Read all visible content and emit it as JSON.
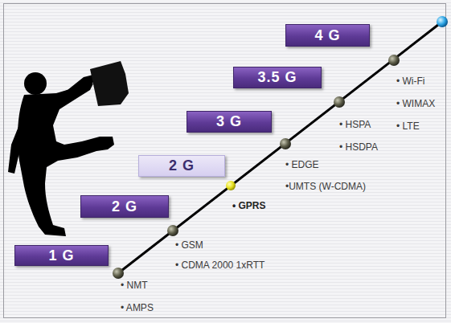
{
  "diagram": {
    "nodes": [
      {
        "text": [
          "1 G"
        ]
      },
      {
        "text": [
          "2 G"
        ]
      },
      {
        "text": [
          "2 G"
        ]
      },
      {
        "text": [
          "3 G"
        ]
      },
      {
        "text": [
          "3.5 G"
        ]
      },
      {
        "text": [
          "4 G"
        ]
      }
    ],
    "labels": [
      "• NMT",
      "• AMPS",
      "• GSM",
      "• CDMA 2000 1xRTT",
      "• GPRS",
      "• EDGE",
      "•UMTS (W-CDMA)",
      "• HSPA",
      "• HSDPA",
      "• Wi-Fi",
      "• WIMAX",
      "• LTE"
    ]
  }
}
